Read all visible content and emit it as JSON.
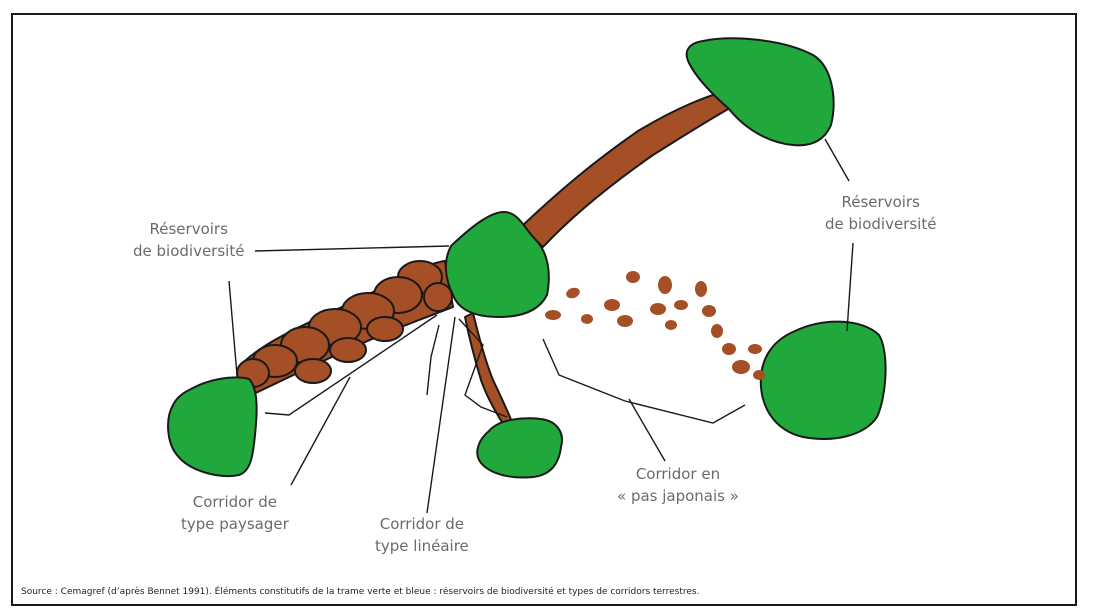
{
  "labels": {
    "reservoir_left": [
      "Réservoirs",
      "de biodiversité"
    ],
    "reservoir_right": [
      "Réservoirs",
      "de biodiversité"
    ],
    "corridor_landscape": [
      "Corridor de",
      "type paysager"
    ],
    "corridor_linear": [
      "Corridor de",
      "type linéaire"
    ],
    "corridor_stepping": [
      "Corridor en",
      "« pas japonais »"
    ]
  },
  "caption": "Source : Cemagref (d’après Bennet 1991). Éléments constitutifs de la trame verte et bleue : réservoirs de biodiversité et types de corridors terrestres.",
  "colors": {
    "reservoir_fill": "#21a83c",
    "corridor_fill": "#a44f26",
    "outline": "#1a1a1a",
    "text": "#6b6b6b"
  }
}
